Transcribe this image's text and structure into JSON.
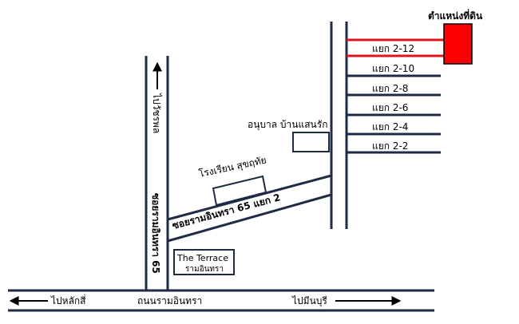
{
  "colors": {
    "road": "#1f2a44",
    "target_road": "#e0141e",
    "target_marker": "#ff0000",
    "outline": "#000000",
    "background": "#ffffff"
  },
  "labels": {
    "target_title": "ตำแหน่งที่ดิน",
    "branch_2_12": "แยก 2-12",
    "branch_2_10": "แยก 2-10",
    "branch_2_8": "แยก 2-8",
    "branch_2_6": "แยก 2-6",
    "branch_2_4": "แยก 2-4",
    "branch_2_2": "แยก 2-2",
    "kindergarten": "อนุบาล บ้านแสนรัก",
    "school": "โรงเรียน สุขฤทัย",
    "soi_diagonal": "ซอยรามอินทรา 65 แยก 2",
    "soi_vertical": "ซอยรามอินทรา 65",
    "to_north": "ไปวัชรพล",
    "terrace_name": "The Terrace",
    "terrace_sub": "รามอินทรา",
    "main_road": "ถนนรามอินทรา",
    "to_west": "ไปหลักสี่",
    "to_east": "ไปมีนบุรี"
  },
  "icons": {
    "north_arrow": "arrow-up-icon",
    "west_arrow": "arrow-left-icon",
    "east_arrow": "arrow-right-icon",
    "target_marker": "red-square-marker-icon"
  }
}
